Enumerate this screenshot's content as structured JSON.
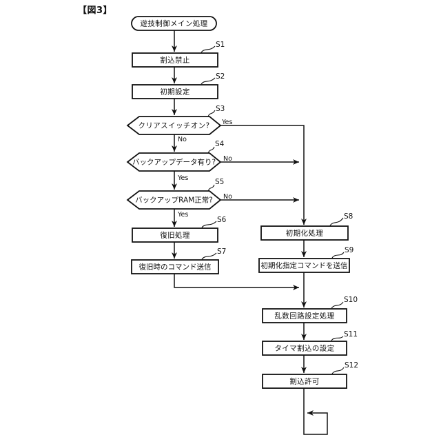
{
  "figure": {
    "label": "【図3】"
  },
  "flowchart": {
    "start": {
      "label": "遊技制御メイン処理"
    },
    "steps": [
      {
        "id": "S1",
        "label": "割込禁止",
        "type": "process"
      },
      {
        "id": "S2",
        "label": "初期設定",
        "type": "process"
      },
      {
        "id": "S3",
        "label": "クリアスイッチオン?",
        "type": "decision"
      },
      {
        "id": "S4",
        "label": "バックアップデータ有り?",
        "type": "decision"
      },
      {
        "id": "S5",
        "label": "バックアップRAM正常?",
        "type": "decision"
      },
      {
        "id": "S6",
        "label": "復旧処理",
        "type": "process"
      },
      {
        "id": "S7",
        "label": "復旧時のコマンド送信",
        "type": "process"
      },
      {
        "id": "S8",
        "label": "初期化処理",
        "type": "process"
      },
      {
        "id": "S9",
        "label": "初期化指定コマンドを送信",
        "type": "process"
      },
      {
        "id": "S10",
        "label": "乱数回路設定処理",
        "type": "process"
      },
      {
        "id": "S11",
        "label": "タイマ割込の設定",
        "type": "process"
      },
      {
        "id": "S12",
        "label": "割込許可",
        "type": "process"
      }
    ],
    "branch_labels": {
      "yes": "Yes",
      "no": "No"
    },
    "colors": {
      "ink": "#111111",
      "background": "#ffffff"
    }
  }
}
